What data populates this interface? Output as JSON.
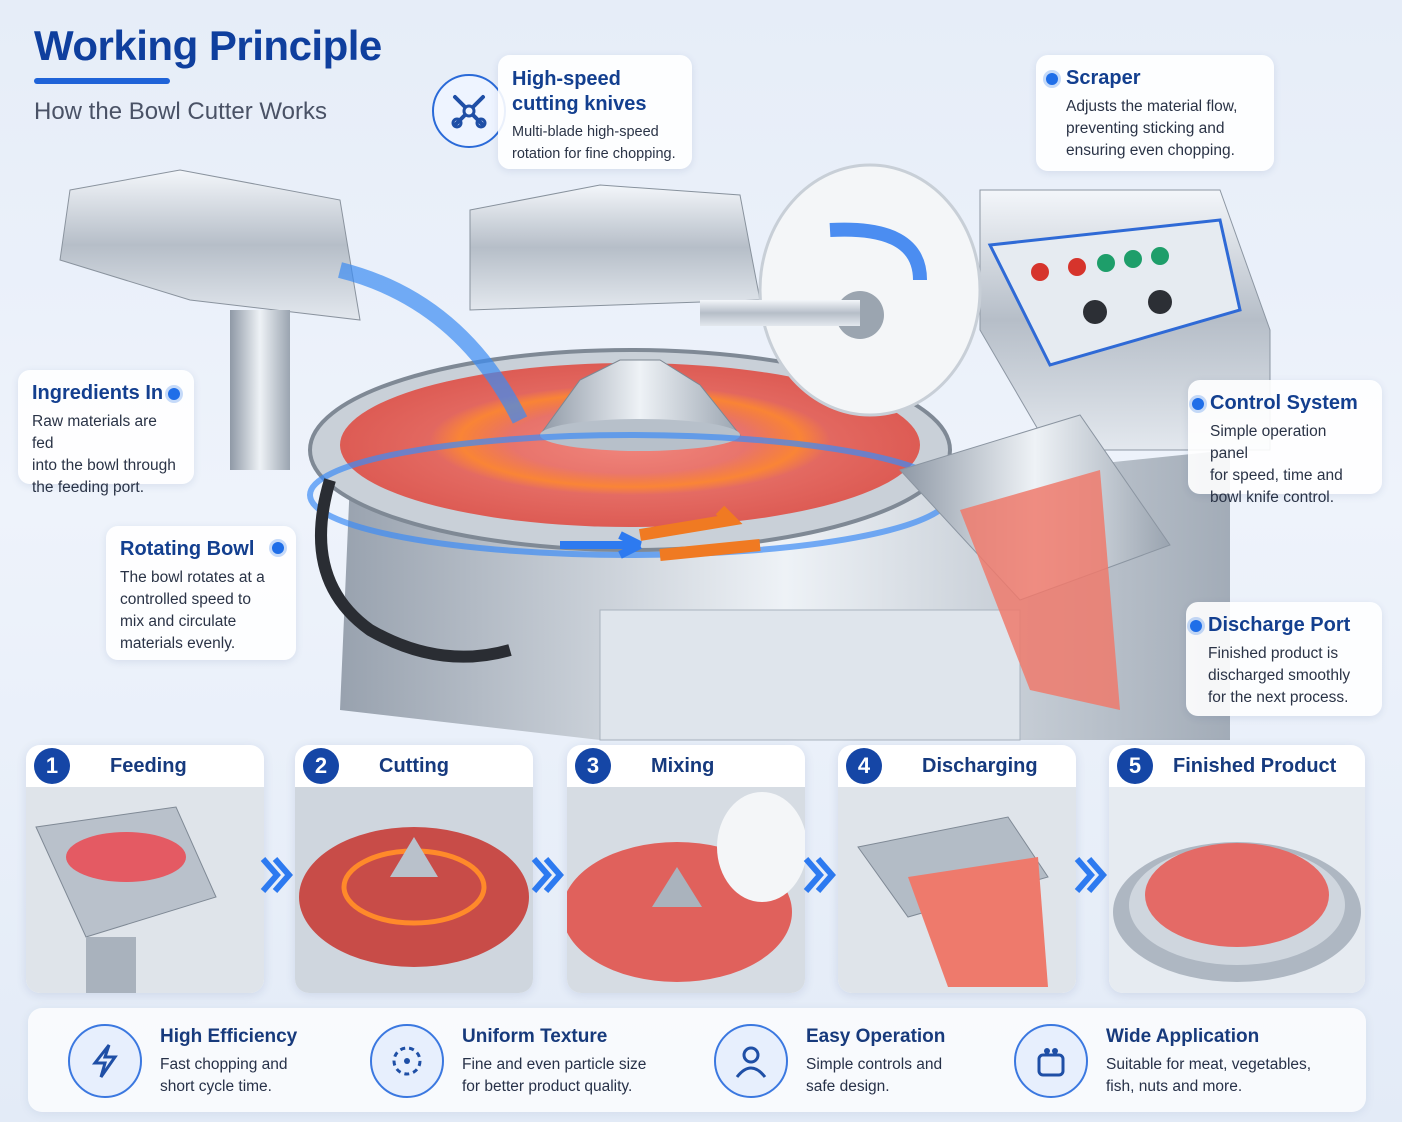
{
  "header": {
    "title": "Working Principle",
    "subtitle": "How the Bowl Cutter Works"
  },
  "colors": {
    "accent": "#1f63d8",
    "navy": "#0f3f9e",
    "meat": "#e85a55",
    "steel": "#b9c2cc",
    "orange": "#f07a22"
  },
  "callouts": {
    "knives": {
      "title_line1": "High-speed",
      "title_line2": "cutting knives",
      "desc_line1": "Multi-blade high-speed",
      "desc_line2": "rotation for fine chopping.",
      "icon": "crossed-knives-icon"
    },
    "scraper": {
      "title": "Scraper",
      "desc_line1": "Adjusts the material flow,",
      "desc_line2": "preventing sticking and",
      "desc_line3": "ensuring even chopping."
    },
    "ingredients": {
      "title": "Ingredients In",
      "desc_line1": "Raw materials are fed",
      "desc_line2": "into the bowl through",
      "desc_line3": "the feeding port."
    },
    "control": {
      "title": "Control System",
      "desc_line1": "Simple operation panel",
      "desc_line2": "for speed, time and",
      "desc_line3": "bowl knife control."
    },
    "bowl": {
      "title": "Rotating Bowl",
      "desc_line1": "The bowl rotates at a",
      "desc_line2": "controlled speed to",
      "desc_line3": "mix and circulate",
      "desc_line4": "materials evenly."
    },
    "discharge": {
      "title": "Discharge Port",
      "desc_line1": "Finished product is",
      "desc_line2": "discharged smoothly",
      "desc_line3": "for the next process."
    }
  },
  "steps": [
    {
      "num": "1",
      "label": "Feeding"
    },
    {
      "num": "2",
      "label": "Cutting"
    },
    {
      "num": "3",
      "label": "Mixing"
    },
    {
      "num": "4",
      "label": "Discharging"
    },
    {
      "num": "5",
      "label": "Finished Product"
    }
  ],
  "features": [
    {
      "title": "High Efficiency",
      "line1": "Fast chopping and",
      "line2": "short cycle time.",
      "icon": "lightning-icon"
    },
    {
      "title": "Uniform Texture",
      "line1": "Fine and even particle size",
      "line2": "for better product quality.",
      "icon": "particles-icon"
    },
    {
      "title": "Easy Operation",
      "line1": "Simple controls and",
      "line2": "safe design.",
      "icon": "user-icon"
    },
    {
      "title": "Wide Application",
      "line1": "Suitable for meat, vegetables,",
      "line2": "fish, nuts and more.",
      "icon": "food-icon"
    }
  ]
}
